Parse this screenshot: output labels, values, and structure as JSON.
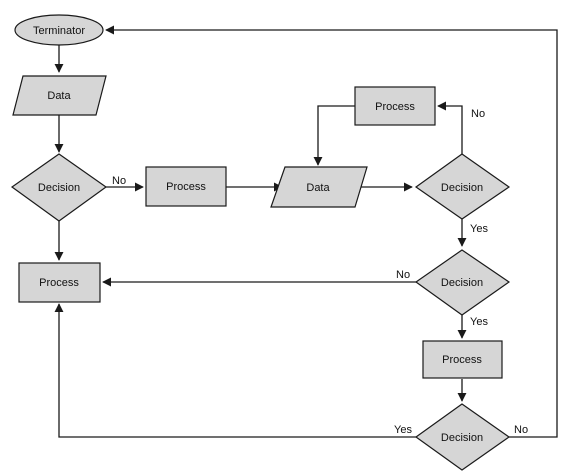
{
  "nodes": {
    "terminator": "Terminator",
    "data_1": "Data",
    "decision_1": "Decision",
    "process_1": "Process",
    "data_2": "Data",
    "process_top": "Process",
    "decision_2": "Decision",
    "decision_3": "Decision",
    "process_left": "Process",
    "process_4": "Process",
    "decision_4": "Decision"
  },
  "edges": {
    "no_1": "No",
    "no_2": "No",
    "yes_2": "Yes",
    "no_3": "No",
    "yes_3": "Yes",
    "yes_4": "Yes",
    "no_4": "No"
  },
  "colors": {
    "shape_fill": "#d6d6d6",
    "stroke": "#1a1a1a"
  }
}
